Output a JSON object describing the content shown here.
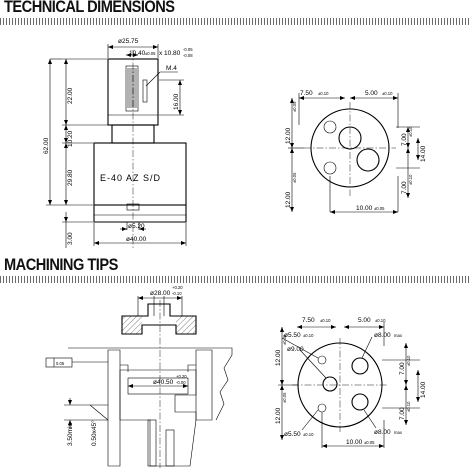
{
  "headers": {
    "technical": "TECHNICAL DIMENSIONS",
    "machining": "MACHINING TIPS"
  },
  "front_view": {
    "body_marking": "E-40 AZ S/D",
    "dims": {
      "d_top": "ø25.75",
      "spline_main": "10.40",
      "spline_tol1": "±0.05",
      "spline_x": "x",
      "spline_b": "10.80",
      "spline_b_tol_top": "-0.05",
      "spline_b_tol_bot": "-0.08",
      "thread": "M.4",
      "h_22": "22.00",
      "h_16": "16.00",
      "h_62": "62.00",
      "h_1020": "10.20",
      "h_2980": "29.80",
      "h_3": "3.00",
      "d_520": "ø5.20",
      "d_40": "ø40.00"
    }
  },
  "top_view": {
    "dims": {
      "a750": "7.50",
      "a750_tol": "±0.10",
      "a500": "5.00",
      "a500_tol": "±0.10",
      "a1200": "12.00",
      "a1200_tol": "±0.05",
      "a700": "7.00",
      "a700_tol": "±0.10",
      "a1400": "14.00",
      "a700b": "7.00",
      "a700b_tol": "±0.10",
      "a1200b": "12.00",
      "a1200b_tol": "±0.05",
      "a1000": "10.00",
      "a1000_tol": "±0.05"
    }
  },
  "machining_section": {
    "dims": {
      "d2800": "ø28.00",
      "d2800_tol_top": "+0.20",
      "d2800_tol_bot": "-0.10",
      "d4050": "ø40.50",
      "d4050_tol_top": "+0.20",
      "d4050_tol_bot": "-0.00",
      "surf": "0.05",
      "h350": "3.50min",
      "chamfer": "0.50x45°"
    }
  },
  "machining_top": {
    "dims": {
      "b750": "7.50",
      "b750_tol": "±0.10",
      "b500": "5.00",
      "b500_tol": "±0.10",
      "d550": "ø5.50",
      "d550_tol": "±0.10",
      "d800": "ø8.00",
      "d800_tol": "max",
      "d900": "ø9.00",
      "b1200": "12.00",
      "b1200_tol": "±0.05",
      "b700": "7.00",
      "b700_tol": "±0.10",
      "b700b": "7.00",
      "b700b_tol": "±0.10",
      "b1400": "14.00",
      "d800b": "ø8.00",
      "d800b_tol": "max",
      "d550b": "ø5.50",
      "d550b_tol": "±0.10",
      "b1000": "10.00",
      "b1000_tol": "±0.05",
      "b1200b": "12.00",
      "b1200b_tol": "±0.05"
    }
  }
}
